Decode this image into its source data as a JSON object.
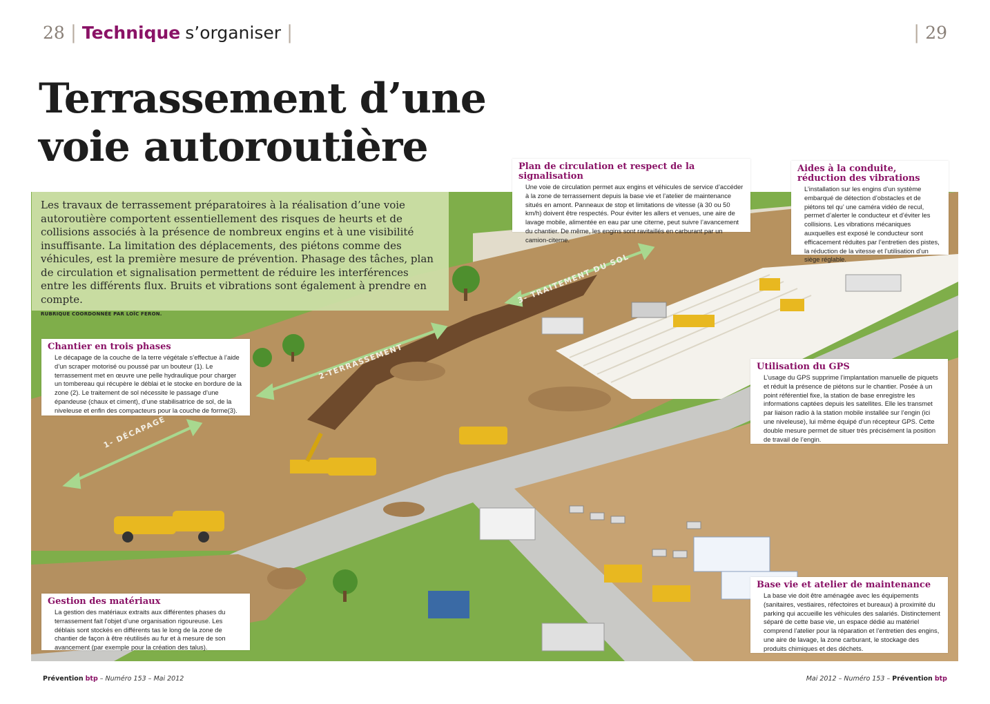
{
  "header": {
    "page_left": "28",
    "section": "Technique",
    "subsection": "s’organiser",
    "page_right": "29"
  },
  "title": {
    "line1": "Terrassement d’une",
    "line2": "voie autoroutière"
  },
  "intro": {
    "text": "Les travaux de terrassement préparatoires à la réalisation d’une voie autoroutière comportent essentiellement des risques de heurts et de collisions associés à la présence de nombreux engins et à une visibilité insuffisante. La limitation des déplacements, des piétons comme des véhicules, est la première mesure de prévention. Phasage des tâches, plan de circulation et signalisation permettent de réduire les interférences entre les différents flux. Bruits et vibrations sont également à prendre en compte.",
    "credit": "RUBRIQUE COORDONNÉE PAR LOÏC FERON."
  },
  "phases": {
    "phase1": "1- DÉCAPAGE",
    "phase2": "2-TERRASSEMENT",
    "phase3": "3- TRAITEMENT DU SOL"
  },
  "boxes": {
    "plan": {
      "title": "Plan de circulation et respect de la signalisation",
      "text": "Une voie de circulation permet aux engins et véhicules de service d’accéder à la zone de terrassement depuis la base vie et l’atelier de maintenance situés en amont. Panneaux de stop et limitations de vitesse (à 30 ou 50 km/h) doivent être respectés. Pour éviter les allers et venues, une aire de lavage mobile, alimentée en eau par une citerne, peut suivre l’avancement du chantier. De même, les engins sont ravitaillés en carburant par un camion-citerne."
    },
    "aides": {
      "title": "Aides à la conduite, réduction des vibrations",
      "text": "L’installation sur les engins d’un système embarqué de détection d’obstacles et de piétons tel qu’ une caméra vidéo de recul, permet d’alerter le conducteur et d’éviter les collisions. Les vibrations mécaniques auxquelles est exposé le conducteur sont efficacement réduites par l’entretien des pistes, la réduction de la vitesse et l’utilisation d’un siège réglable."
    },
    "chantier": {
      "title": "Chantier en trois phases",
      "text": "Le décapage de la couche de la terre végétale s’effectue à l’aide d’un scraper motorisé ou poussé par un bouteur (1). Le terrassement met en œuvre une pelle hydraulique pour charger un tombereau qui récupère le déblai et le stocke en bordure de la zone (2). Le traitement de sol nécessite le passage d’une épandeuse (chaux et ciment), d’une stabilisatrice de sol, de la niveleuse et enfin des compacteurs pour la couche de forme(3)."
    },
    "gps": {
      "title": "Utilisation du GPS",
      "text": "L’usage du GPS supprime l’implantation manuelle de piquets et réduit la présence de piétons sur le chantier. Posée à un point référentiel fixe, la station de base enregistre les informations captées depuis les satellites. Elle les transmet par liaison radio à la station mobile installée sur l’engin (ici une niveleuse), lui même équipé d’un récepteur GPS. Cette double mesure permet de situer très précisément la position de travail de l’engin."
    },
    "gestion": {
      "title": "Gestion des matériaux",
      "text": "La gestion des matériaux extraits aux différentes phases du terrassement fait l’objet d’une organisation rigoureuse. Les déblais sont stockés en différents tas le long de la zone de chantier de façon à être réutilisés au fur et à mesure de son avancement (par exemple pour la création des talus)."
    },
    "base": {
      "title": "Base vie et atelier de maintenance",
      "text": "La base vie doit être aménagée avec les équipements (sanitaires, vestiaires, réfectoires et bureaux) à proximité du parking qui accueille les véhicules des salariés. Distinctement séparé de cette base vie, un espace dédié au matériel comprend l’atelier pour la réparation et l’entretien des engins, une aire de lavage, la zone carburant, le stockage des produits chimiques et des déchets."
    }
  },
  "footer": {
    "left_brand": "Prévention",
    "left_btp": "btp",
    "left_issue": " – Numéro 153 – Mai 2012",
    "right_issue": "Mai 2012 – Numéro 153 – ",
    "right_brand": "Prévention",
    "right_btp": "btp"
  },
  "colors": {
    "accent": "#8a1266",
    "grass": "#7fae4a",
    "soil": "#b49060",
    "road": "#c9c9c6",
    "machine_yellow": "#e8b820"
  }
}
